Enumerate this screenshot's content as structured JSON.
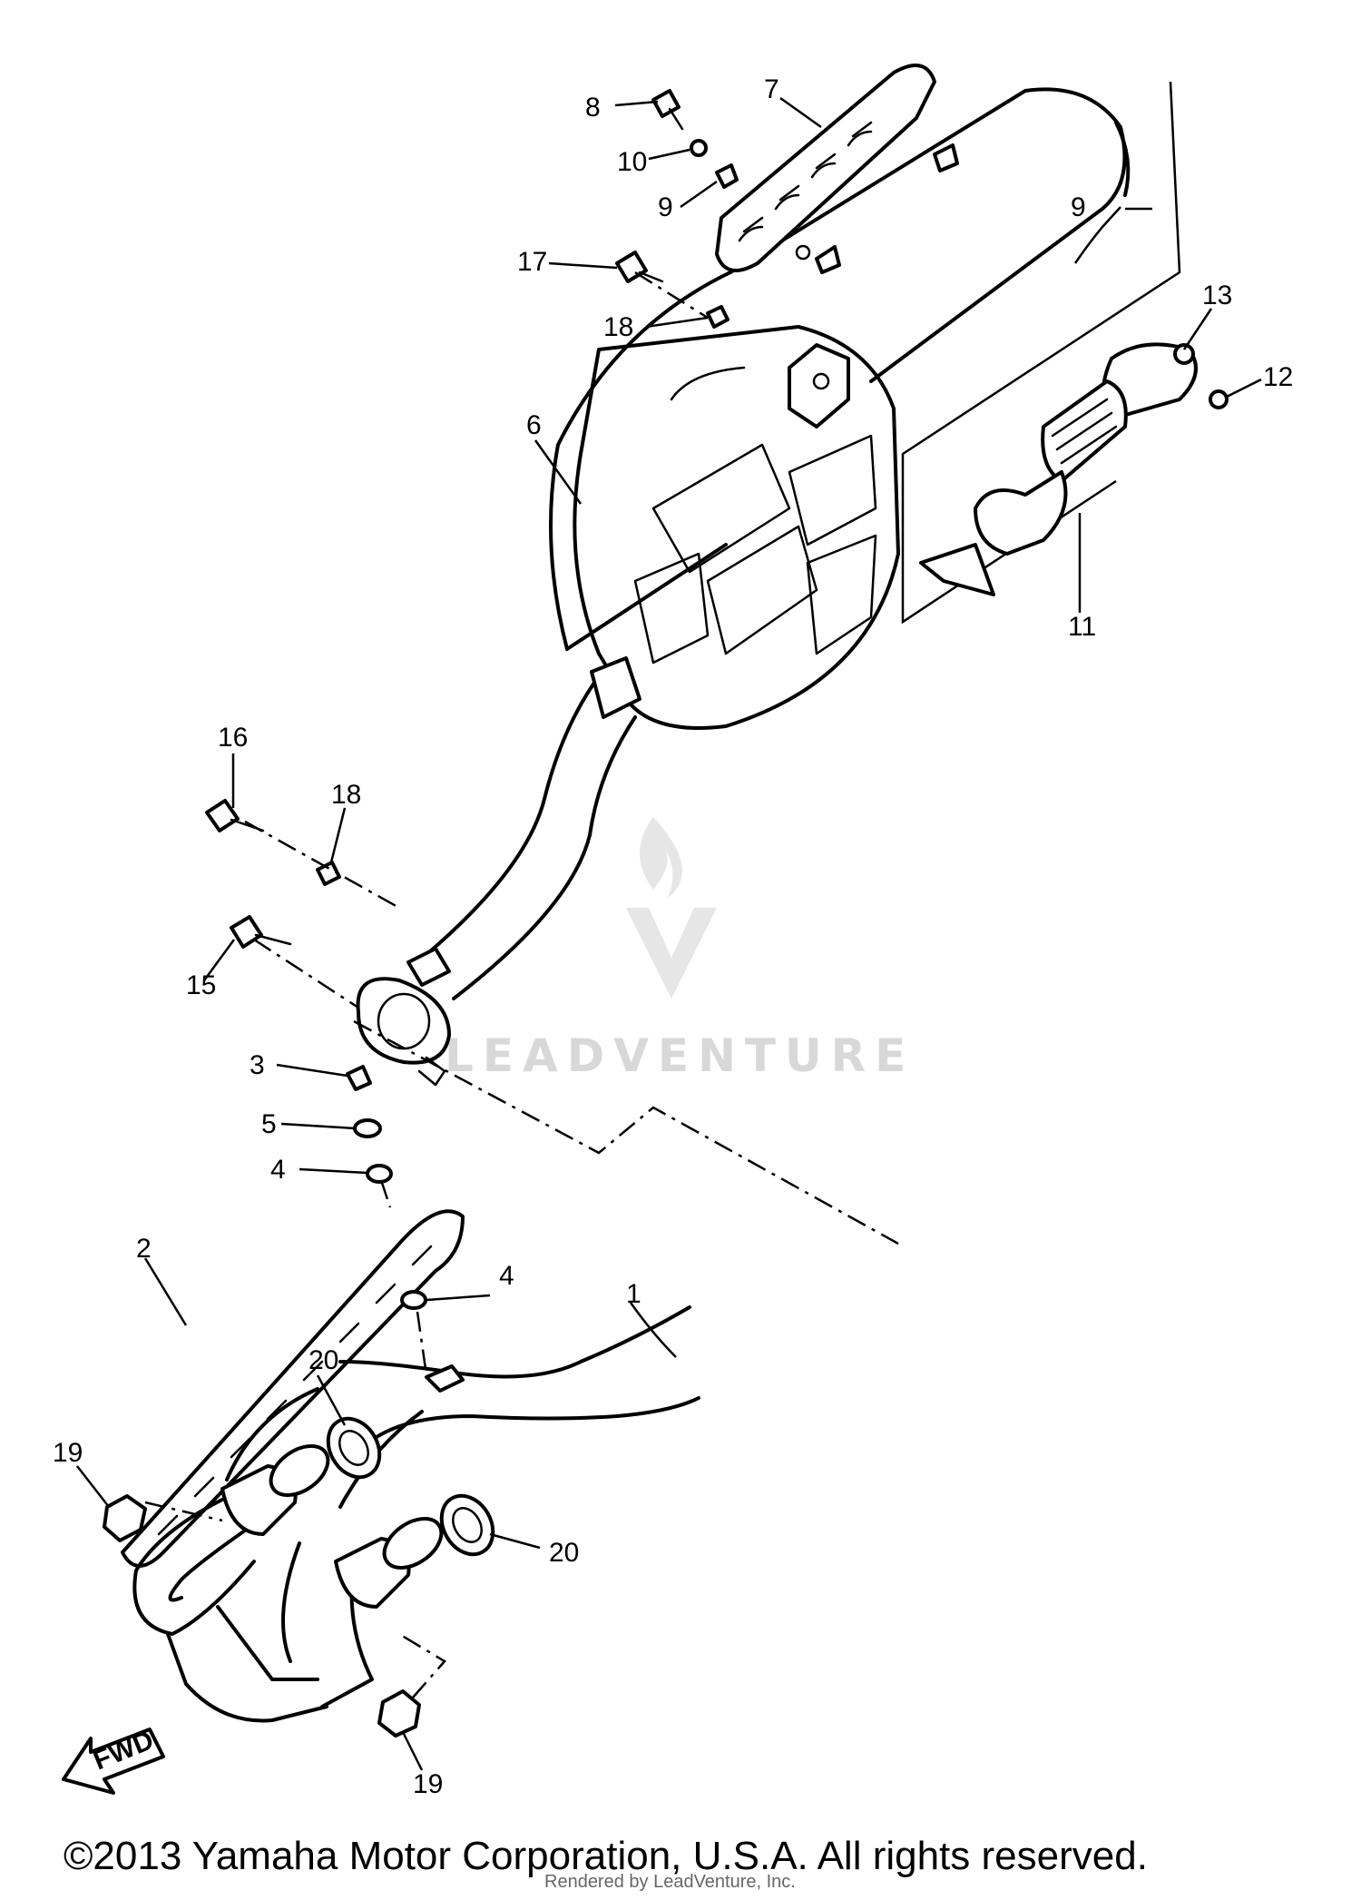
{
  "callouts": [
    "1",
    "2",
    "3",
    "4",
    "4",
    "5",
    "6",
    "7",
    "8",
    "9",
    "9",
    "10",
    "11",
    "12",
    "13",
    "15",
    "16",
    "17",
    "18",
    "18",
    "19",
    "19",
    "20",
    "20"
  ],
  "direction_label": "FWD",
  "watermark": "LEADVENTURE",
  "copyright": "©2013 Yamaha Motor Corporation, U.S.A. All rights reserved.",
  "sub_credit": "Rendered by LeadVenture, Inc."
}
